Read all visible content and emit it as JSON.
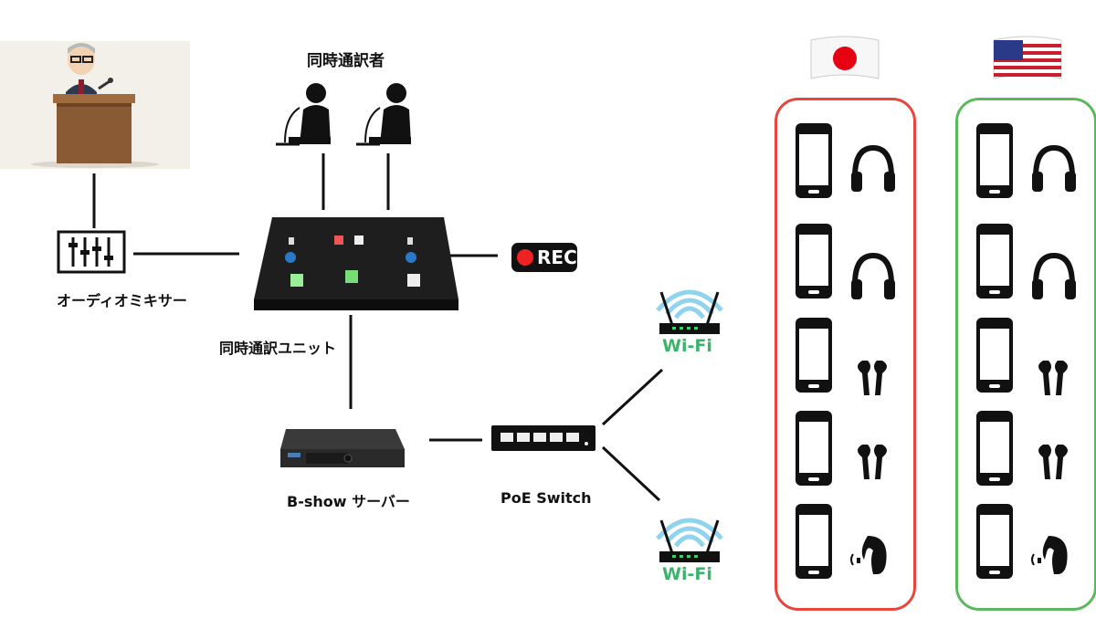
{
  "labels": {
    "interpreters": "同時通訳者",
    "mixer": "オーディオミキサー",
    "unit": "同時通訳ユニット",
    "server": "B-show サーバー",
    "switch": "PoE Switch",
    "rec": "REC",
    "wifi_top": "Wi-Fi",
    "wifi_bottom": "Wi-Fi"
  },
  "colors": {
    "japan_group_border": "#e8453c",
    "us_group_border": "#5cb85c",
    "wifi_green": "#3bb36b",
    "wifi_waves": "#8fd3ec",
    "rec_dot": "#e22222"
  },
  "groups": [
    {
      "flag": "japan-flag",
      "devices": [
        "phone-headphones",
        "phone-headphones",
        "phone-earbuds",
        "phone-earbuds",
        "phone-hearing-aid"
      ]
    },
    {
      "flag": "usa-flag",
      "devices": [
        "phone-headphones",
        "phone-headphones",
        "phone-earbuds",
        "phone-earbuds",
        "phone-hearing-aid"
      ]
    }
  ]
}
